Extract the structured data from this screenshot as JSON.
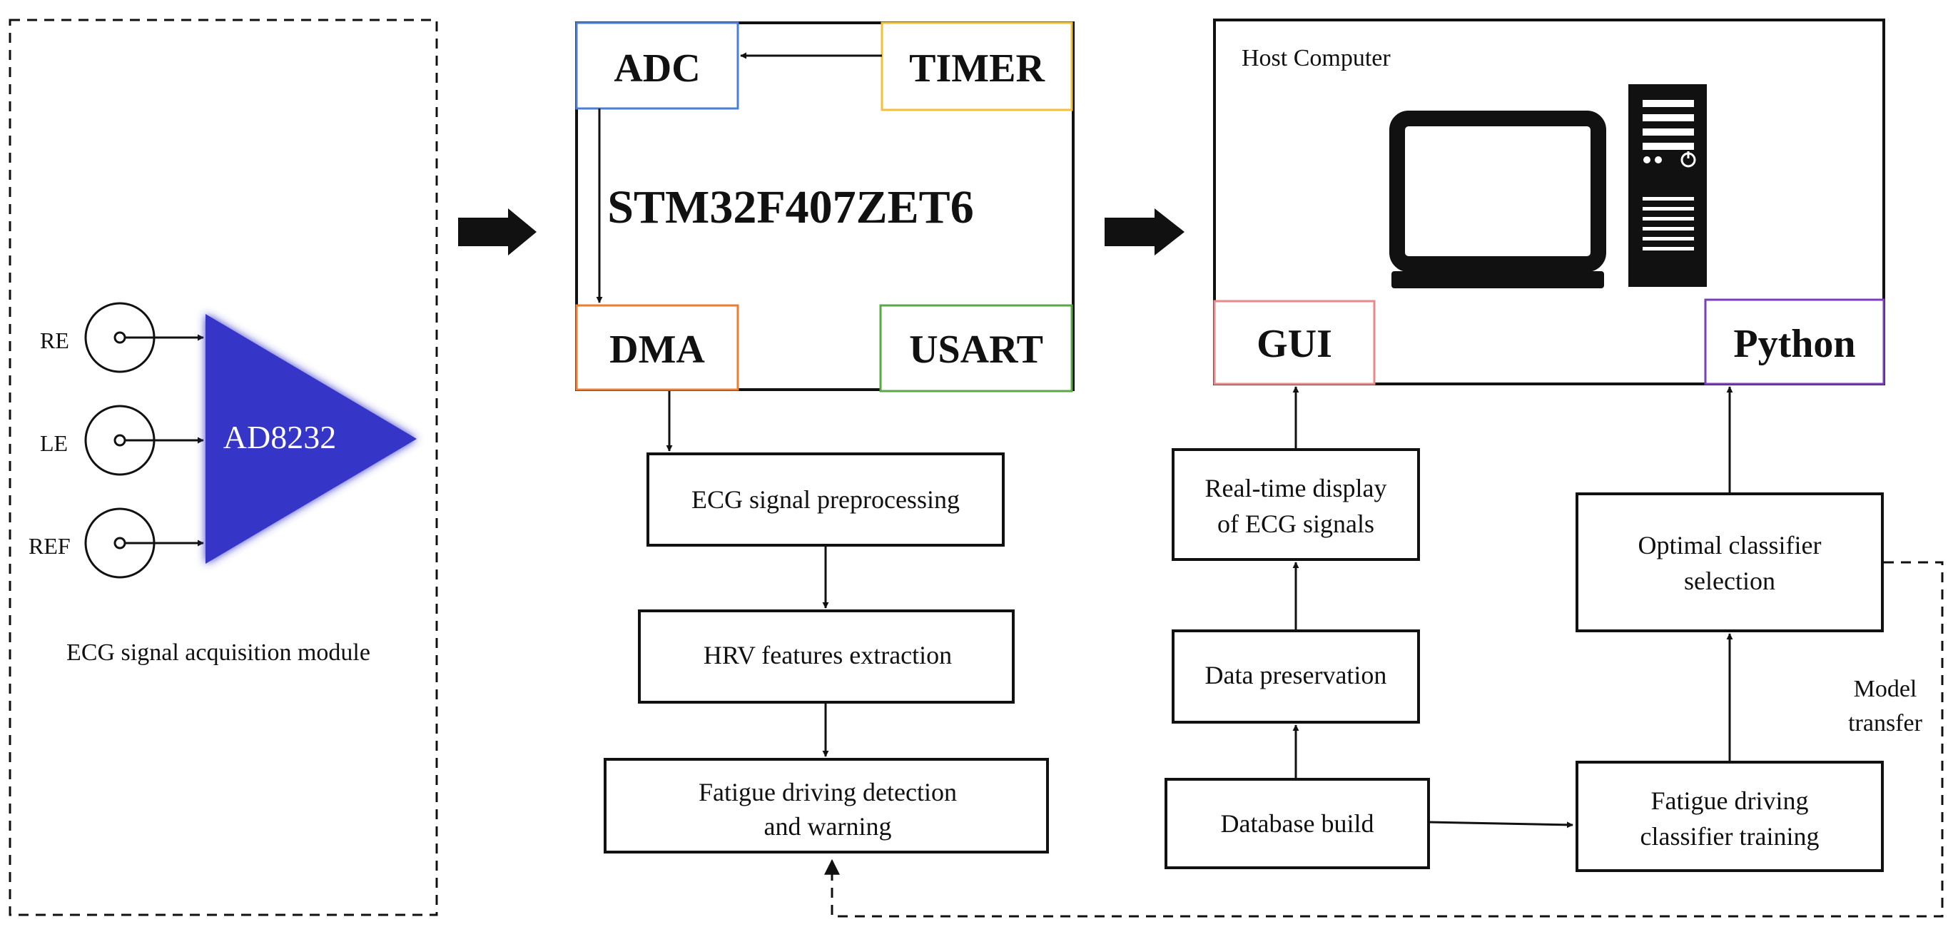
{
  "acquisition": {
    "electrodes": [
      "RE",
      "LE",
      "REF"
    ],
    "amplifier_label": "AD8232",
    "module_label": "ECG signal acquisition module"
  },
  "mcu": {
    "chip_label": "STM32F407ZET6",
    "adc_label": "ADC",
    "timer_label": "TIMER",
    "dma_label": "DMA",
    "usart_label": "USART"
  },
  "host": {
    "title": "Host Computer",
    "gui_label": "GUI",
    "python_label": "Python"
  },
  "processing": {
    "preprocessing": "ECG signal preprocessing",
    "hrv": "HRV features extraction",
    "fatigue_line1": "Fatigue driving detection",
    "fatigue_line2": "and warning"
  },
  "data_flow": {
    "realtime_line1": "Real-time display",
    "realtime_line2": "of ECG signals",
    "preservation": "Data preservation",
    "database": "Database build"
  },
  "ml_flow": {
    "optimal_line1": "Optimal classifier",
    "optimal_line2": "selection",
    "training_line1": "Fatigue driving",
    "training_line2": "classifier training",
    "model_transfer_line1": "Model",
    "model_transfer_line2": "transfer"
  },
  "colors": {
    "amplifier": "#3535c8",
    "adc_border": "#4a7fd4",
    "timer_border": "#f0c23a",
    "dma_border": "#ee7d31",
    "usart_border": "#5aa845",
    "gui_border": "#e88a8a",
    "python_border": "#7a3fb8",
    "line": "#111111"
  }
}
